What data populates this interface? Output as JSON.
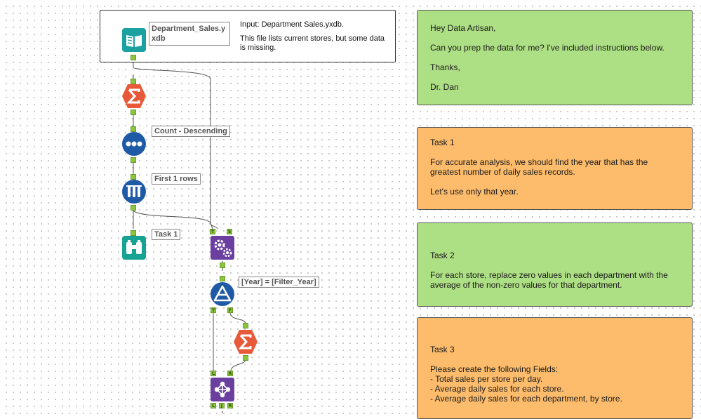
{
  "input_tool": {
    "file_label": "Department_Sales.yxdb",
    "description_title": "Input: Department Sales.yxdb.",
    "description_body": "This file lists current stores, but some data is missing."
  },
  "tools": {
    "sort_label": "Count - Descending",
    "sample_label": "First 1 rows",
    "browse_label": "Task 1",
    "filter_label": "[Year] = [Filter_Year]"
  },
  "anchors": {
    "true": "T",
    "source": "S",
    "false": "F",
    "left": "L",
    "right": "R",
    "join": "J"
  },
  "notes": {
    "intro": {
      "greeting": "Hey Data Artisan,",
      "request": "Can you prep the data for me? I've included instructions below.",
      "thanks": "Thanks,",
      "signature": "Dr. Dan"
    },
    "task1": {
      "title": "Task 1",
      "line1": "For accurate analysis, we should find the year that has the greatest number of daily sales records.",
      "line2": "Let's use only that year."
    },
    "task2": {
      "title": "Task 2",
      "body": "For each store, replace zero values in each department with the average of the non-zero values for that department."
    },
    "task3": {
      "title": "Task 3",
      "intro": "Please create the following Fields:",
      "items": [
        "- Total sales per store per day.",
        "- Average daily sales for each store.",
        "- Average daily sales for each department, by store."
      ]
    }
  },
  "colors": {
    "note_green": "#addf84",
    "note_orange": "#fdbc6c",
    "input_tool": "#1aa1a0",
    "summarize_tool": "#e8593a",
    "prep_tool": "#1f5aa6",
    "browse_tool": "#17a394",
    "macro_tool": "#6b3fa0",
    "anchor": "#8cc63f"
  },
  "icons": {
    "input": "book-icon",
    "summarize": "sigma-icon",
    "sort": "dots-icon",
    "sample": "test-tubes-icon",
    "browse": "binoculars-icon",
    "batch_macro": "gears-icon",
    "filter": "filter-triangle-icon",
    "join": "join-network-icon"
  }
}
